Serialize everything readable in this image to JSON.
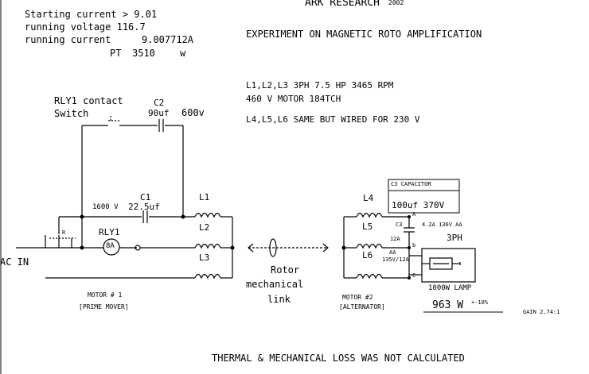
{
  "header": {
    "starting_current": "Starting current > 9.01",
    "running_voltage": "running voltage 116.7",
    "running_current_label": "running current",
    "running_current_value": "9.007712A",
    "pt_label": "PT",
    "pt_value": "3510",
    "pt_unit": "w",
    "org": "ARK RESEARCH",
    "year": "2002",
    "title": "EXPERIMENT ON MAGNETIC ROTO AMPLIFICATION"
  },
  "specs": {
    "line1": "L1,L2,L3  3PH 7.5 HP 3465 RPM",
    "line2": "460 V MOTOR 184TCH",
    "line3": "L4,L5,L6  SAME BUT WIRED FOR 230 V"
  },
  "left_circuit": {
    "relay_contact_line1": "RLY1 contact",
    "relay_contact_line2": "Switch",
    "c2_name": "C2",
    "c2_value": "90uf",
    "c2_voltage": "600v",
    "c1_name": "C1",
    "c1_voltage": "1600 V",
    "c1_value": "22.5uf",
    "l1": "L1",
    "l2": "L2",
    "l3": "L3",
    "rly1": "RLY1",
    "ammeter": "8A",
    "switch_r": "R",
    "ac_in": "AC IN",
    "motor_label": "MOTOR # 1",
    "motor_role": "[PRIME MOVER]"
  },
  "link": {
    "line1": "Rotor",
    "line2": "mechanical",
    "line3": "link"
  },
  "right_circuit": {
    "l4": "L4",
    "l5": "L5",
    "l6": "L6",
    "c3_header": "C3 CAPACITOR",
    "c3_value": "100uf 370V",
    "c3_small": "C3",
    "terminal_a": "A",
    "terminal_b": "b",
    "terminal_c": "C",
    "meter_a": "4.2A 136V AA",
    "meter_b": "12A",
    "aa_label": "AA",
    "aa_reading": "135V/12A",
    "phase": "3PH",
    "lamp_label": "1000W LAMP",
    "power_value": "963 W",
    "tolerance": "+-10%",
    "gain": "GAIN 2.74:1",
    "motor_label": "MOTOR #2",
    "motor_role": "[ALTERNATOR]"
  },
  "footer": {
    "note": "THERMAL & MECHANICAL LOSS WAS NOT CALCULATED"
  }
}
